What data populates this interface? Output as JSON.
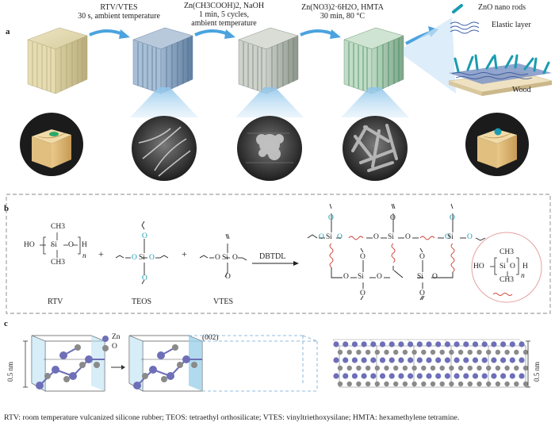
{
  "panel_a": {
    "label": "a",
    "step1": [
      "RTV/VTES",
      "30 s, ambient temperature"
    ],
    "step2": [
      "Zn(CH3COOH)2, NaOH",
      "1 min, 5 cycles,",
      "ambient temperature"
    ],
    "step3": [
      "Zn(NO3)2·6H2O, HMTA",
      "30 min, 80 °C"
    ],
    "legend": [
      "ZnO nano rods",
      "Elastic layer",
      "Wood"
    ]
  },
  "panel_b": {
    "label": "b",
    "reagents": [
      "RTV",
      "TEOS",
      "VTES"
    ],
    "catalyst": "DBTDL",
    "subscript_n": "n",
    "plus": "+",
    "atoms": {
      "Si": "Si",
      "O": "O",
      "H": "H",
      "HO": "HO",
      "CH3": "CH3"
    }
  },
  "panel_c": {
    "label": "c",
    "legend": [
      "Zn",
      "O"
    ],
    "plane": "(002)",
    "scale": "0.5 nm"
  },
  "caption": "RTV: room temperature vulcanized silicone rubber; TEOS: tetraethyl orthosilicate; VTES: vinyltriethoxysilane; HMTA: hexamethylene tetramine.",
  "colors": {
    "arrow": "#4aa3df",
    "teal": "#1a9bb0",
    "red": "#d0463b",
    "zn": "#6e6fb8",
    "o": "#8a8a8a",
    "dash": "#888888"
  }
}
